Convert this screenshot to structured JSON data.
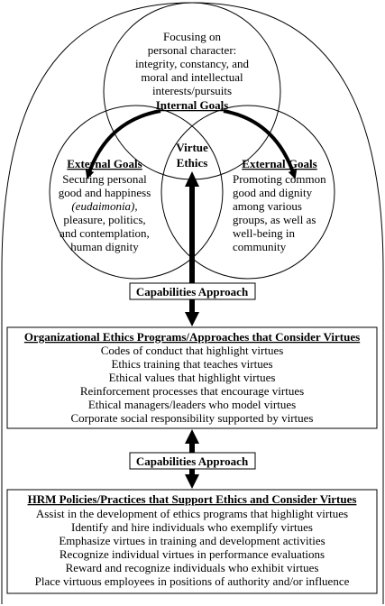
{
  "internal": {
    "lines": [
      "Focusing on",
      "personal character:",
      "integrity, constancy, and",
      "moral and intellectual",
      "interests/pursuits"
    ],
    "label": "Internal Goals"
  },
  "center": {
    "line1": "Virtue",
    "line2": "Ethics"
  },
  "external_left": {
    "label": "External Goals",
    "lines": [
      "Securing personal",
      "good and happiness",
      "(eudaimonia),",
      "pleasure, politics,",
      "and contemplation,",
      "human dignity"
    ]
  },
  "external_right": {
    "label": "External Goals",
    "lines": [
      "Promoting common",
      "good and dignity",
      "among various",
      "groups, as well as",
      "well-being in",
      "community"
    ]
  },
  "capabilities": {
    "upper": "Capabilities Approach",
    "lower": "Capabilities Approach"
  },
  "org_box": {
    "title": "Organizational Ethics Programs/Approaches that Consider Virtues",
    "items": [
      "Codes of conduct that highlight virtues",
      "Ethics training that teaches virtues",
      "Ethical values that highlight virtues",
      "Reinforcement processes that encourage virtues",
      "Ethical managers/leaders who model virtues",
      "Corporate social responsibility supported by virtues"
    ]
  },
  "hrm_box": {
    "title": "HRM Policies/Practices that Support Ethics and Consider Virtues",
    "items": [
      "Assist in the development of ethics programs that highlight virtues",
      "Identify and hire individuals who exemplify virtues",
      "Emphasize virtues in training and development activities",
      "Recognize individual virtues in performance evaluations",
      "Reward and recognize individuals who exhibit virtues",
      "Place virtuous employees in positions of authority and/or influence"
    ]
  }
}
